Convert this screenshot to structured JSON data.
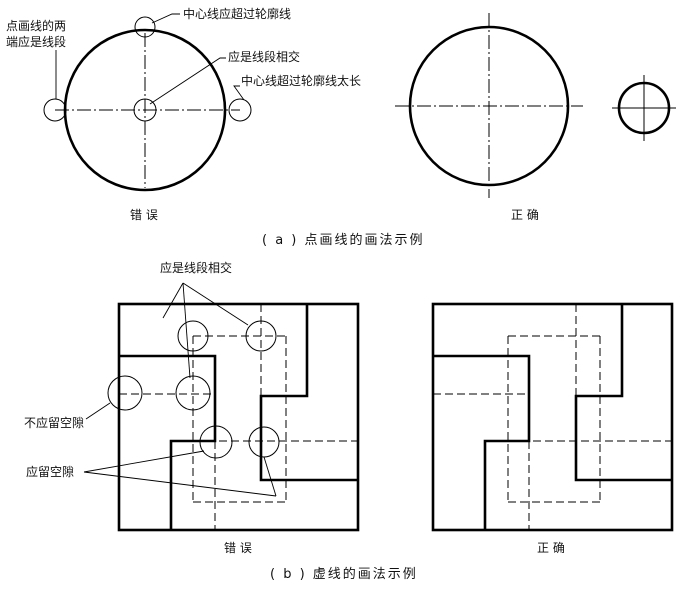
{
  "part_a": {
    "wrong_title": "错 误",
    "right_title": "正 确",
    "caption": "( a ) 点画线的画法示例",
    "notes": {
      "endpoints_line1": "点画线的两",
      "endpoints_line2": "端应是线段",
      "overshoot": "中心线应超过轮廓线",
      "intersect": "应是线段相交",
      "too_long": "中心线超过轮廓线太长"
    }
  },
  "part_b": {
    "wrong_title": "错 误",
    "right_title": "正 确",
    "caption": "( b ) 虚线的画法示例",
    "notes": {
      "intersect": "应是线段相交",
      "no_gap": "不应留空隙",
      "gap": "应留空隙"
    }
  }
}
